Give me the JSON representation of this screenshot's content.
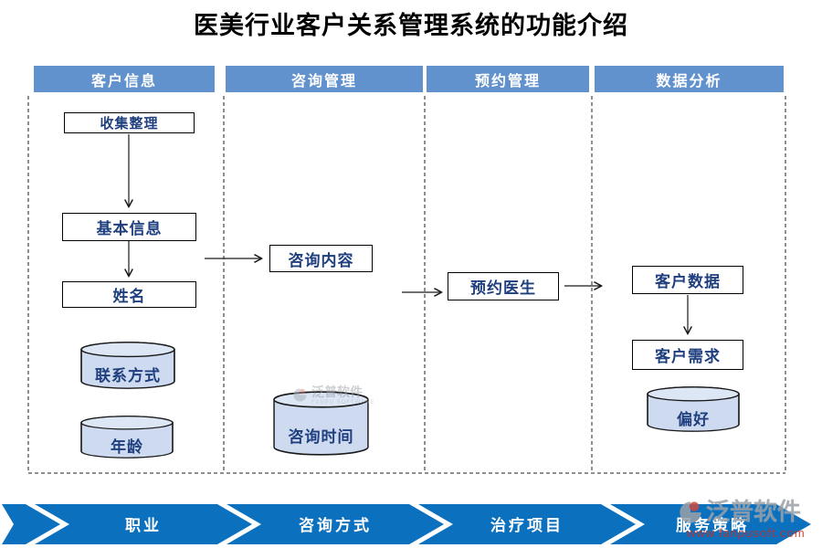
{
  "title": "医美行业客户关系管理系统的功能介绍",
  "columns": [
    {
      "header": "客户信息",
      "boxes": [
        "收集整理",
        "基本信息",
        "姓名"
      ],
      "cylinders": [
        "联系方式",
        "年龄"
      ]
    },
    {
      "header": "咨询管理",
      "boxes": [
        "咨询内容"
      ],
      "cylinders": [
        "咨询时间"
      ]
    },
    {
      "header": "预约管理",
      "boxes": [
        "预约医生"
      ],
      "cylinders": []
    },
    {
      "header": "数据分析",
      "boxes": [
        "客户数据",
        "客户需求"
      ],
      "cylinders": [
        "偏好"
      ]
    }
  ],
  "edges": [
    "收集整理→基本信息",
    "基本信息→姓名",
    "姓名→咨询内容",
    "咨询内容→预约医生",
    "预约医生→客户数据",
    "客户数据→客户需求"
  ],
  "banners": [
    "职业",
    "咨询方式",
    "治疗项目",
    "服务策略"
  ],
  "watermarks": {
    "center": {
      "name": "泛普软件",
      "caption": "FANPU SOFTWARE"
    },
    "corner": {
      "name": "泛普软件",
      "url": "www.fanpusoft.com"
    }
  },
  "colors": {
    "header_blue": "#6292CE",
    "banner_blue": "#0B70BE",
    "cylinder_fill": "#CDDAF0",
    "box_text_blue": "#1F3F7E"
  }
}
